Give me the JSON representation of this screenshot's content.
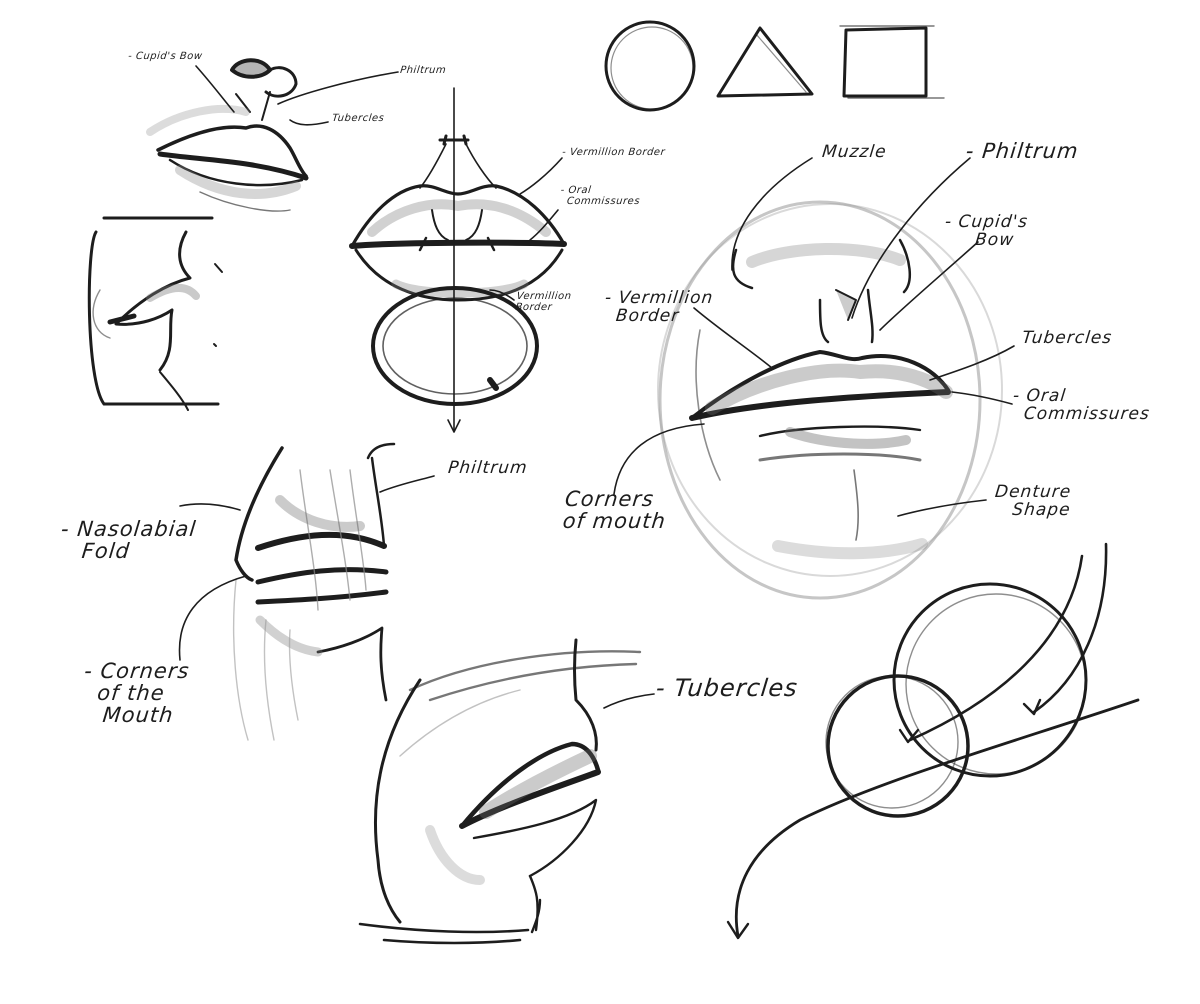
{
  "ink": "#1d1d1d",
  "shade": "#8a8a8a",
  "labels": {
    "cupids_bow_tl": "- Cupid's Bow",
    "philtrum_tl": "Philtrum",
    "tubercles_tl": "Tubercles",
    "vermillion_border_center": "- Vermillion Border",
    "oral_commissures_center": "- Oral\n  Commissures",
    "vermillion_border_lower": "Vermillion\nBorder",
    "muzzle": "Muzzle",
    "philtrum_right": "- Philtrum",
    "cupids_bow_right": "- Cupid's\n     Bow",
    "vermillion_border_right": "- Vermillion\n  Border",
    "tubercles_right": "Tubercles",
    "oral_commissures_right": "- Oral\n  Commissures",
    "corners_of_mouth_right": "Corners\nof mouth",
    "denture_shape": "Denture\n   Shape",
    "philtrum_mid": "Philtrum",
    "nasolabial_fold": "- Nasolabial\n   Fold",
    "corners_of_the_mouth_left": "- Corners\n  of the\n   Mouth",
    "tubercles_bottom": "- Tubercles"
  }
}
